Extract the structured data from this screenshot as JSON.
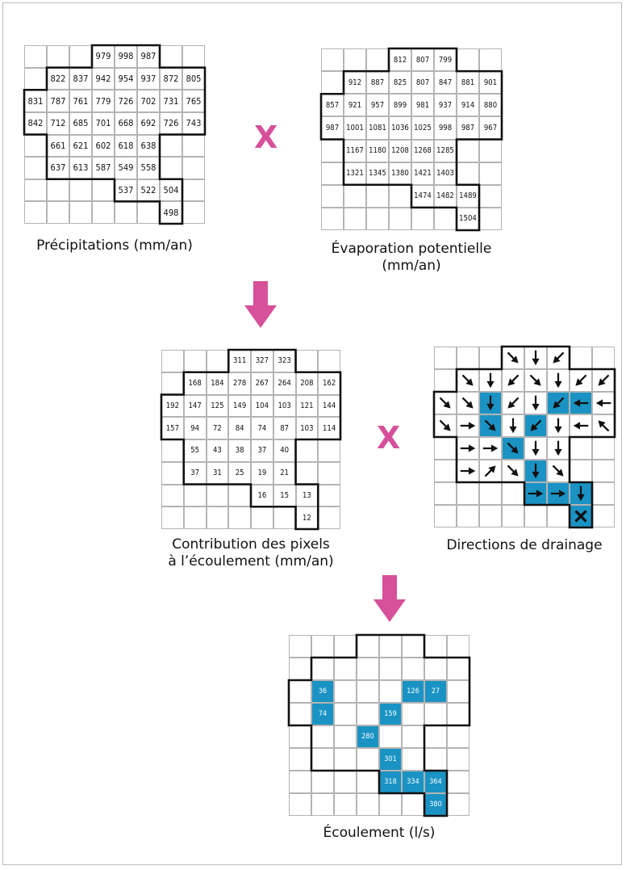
{
  "operator_symbol": "X",
  "colors": {
    "river": "#1a93c4",
    "operator": "#d6509a",
    "outline": "#111111",
    "gridline": "#b4b4b4"
  },
  "precipitations": {
    "caption": "Précipitations (mm/an)",
    "cells": [
      [
        null,
        null,
        null,
        "979",
        "998",
        "987",
        null,
        null
      ],
      [
        null,
        "822",
        "837",
        "942",
        "954",
        "937",
        "872",
        "805"
      ],
      [
        "831",
        "787",
        "761",
        "779",
        "726",
        "702",
        "731",
        "765"
      ],
      [
        "842",
        "712",
        "685",
        "701",
        "668",
        "692",
        "726",
        "743"
      ],
      [
        null,
        "661",
        "621",
        "602",
        "618",
        "638",
        null,
        null
      ],
      [
        null,
        "637",
        "613",
        "587",
        "549",
        "558",
        null,
        null
      ],
      [
        null,
        null,
        null,
        null,
        "537",
        "522",
        "504",
        null
      ],
      [
        null,
        null,
        null,
        null,
        null,
        null,
        "498",
        null
      ]
    ]
  },
  "evaporation": {
    "caption_lines": [
      "Évaporation potentielle",
      "(mm/an)"
    ],
    "cells": [
      [
        null,
        null,
        null,
        "812",
        "807",
        "799",
        null,
        null
      ],
      [
        null,
        "912",
        "887",
        "825",
        "807",
        "847",
        "881",
        "901"
      ],
      [
        "857",
        "921",
        "957",
        "899",
        "981",
        "937",
        "914",
        "880"
      ],
      [
        "987",
        "1001",
        "1081",
        "1036",
        "1025",
        "998",
        "987",
        "967"
      ],
      [
        null,
        "1167",
        "1180",
        "1208",
        "1268",
        "1285",
        null,
        null
      ],
      [
        null,
        "1321",
        "1345",
        "1380",
        "1421",
        "1403",
        null,
        null
      ],
      [
        null,
        null,
        null,
        null,
        "1474",
        "1482",
        "1489",
        null
      ],
      [
        null,
        null,
        null,
        null,
        null,
        null,
        "1504",
        null
      ]
    ]
  },
  "contribution": {
    "caption_lines": [
      "Contribution des pixels",
      "à l’écoulement (mm/an)"
    ],
    "cells": [
      [
        null,
        null,
        null,
        "311",
        "327",
        "323",
        null,
        null
      ],
      [
        null,
        "168",
        "184",
        "278",
        "267",
        "264",
        "208",
        "162"
      ],
      [
        "192",
        "147",
        "125",
        "149",
        "104",
        "103",
        "121",
        "144"
      ],
      [
        "157",
        "94",
        "72",
        "84",
        "74",
        "87",
        "103",
        "114"
      ],
      [
        null,
        "55",
        "43",
        "38",
        "37",
        "40",
        null,
        null
      ],
      [
        null,
        "37",
        "31",
        "25",
        "19",
        "21",
        null,
        null
      ],
      [
        null,
        null,
        null,
        null,
        "16",
        "15",
        "13",
        null
      ],
      [
        null,
        null,
        null,
        null,
        null,
        null,
        "12",
        null
      ]
    ]
  },
  "drainage": {
    "caption": "Directions de drainage",
    "directions": [
      [
        null,
        null,
        null,
        "SE",
        "S",
        "SW",
        null,
        null
      ],
      [
        null,
        "SE",
        "S",
        "SW",
        "SE",
        "S",
        "SW",
        "SW"
      ],
      [
        "SE",
        "SE",
        "S",
        "SW",
        "S",
        "SW",
        "W",
        "W"
      ],
      [
        "SE",
        "E",
        "SE",
        "S",
        "SW",
        "S",
        "W",
        "NW"
      ],
      [
        null,
        "E",
        "E",
        "SE",
        "S",
        "S",
        null,
        null
      ],
      [
        null,
        "E",
        "NE",
        "SE",
        "S",
        "SE",
        null,
        null
      ],
      [
        null,
        null,
        null,
        null,
        "E",
        "E",
        "S",
        null
      ],
      [
        null,
        null,
        null,
        null,
        null,
        null,
        "X",
        null
      ]
    ],
    "river_cells": [
      [
        2,
        2
      ],
      [
        3,
        2
      ],
      [
        4,
        3
      ],
      [
        5,
        4
      ],
      [
        6,
        4
      ],
      [
        6,
        5
      ],
      [
        6,
        6
      ],
      [
        7,
        6
      ],
      [
        3,
        4
      ],
      [
        2,
        5
      ],
      [
        2,
        6
      ]
    ]
  },
  "flow": {
    "caption": "Écoulement (l/s)",
    "values": [
      [
        null,
        null,
        null,
        null,
        null,
        null,
        null,
        null
      ],
      [
        null,
        null,
        null,
        null,
        null,
        null,
        null,
        null
      ],
      [
        null,
        "36",
        null,
        null,
        null,
        "126",
        "27",
        null
      ],
      [
        null,
        "74",
        null,
        null,
        "159",
        null,
        null,
        null
      ],
      [
        null,
        null,
        null,
        "280",
        null,
        null,
        null,
        null
      ],
      [
        null,
        null,
        null,
        null,
        "301",
        null,
        null,
        null
      ],
      [
        null,
        null,
        null,
        null,
        "318",
        "334",
        "364",
        null
      ],
      [
        null,
        null,
        null,
        null,
        null,
        null,
        "380",
        null
      ]
    ]
  }
}
